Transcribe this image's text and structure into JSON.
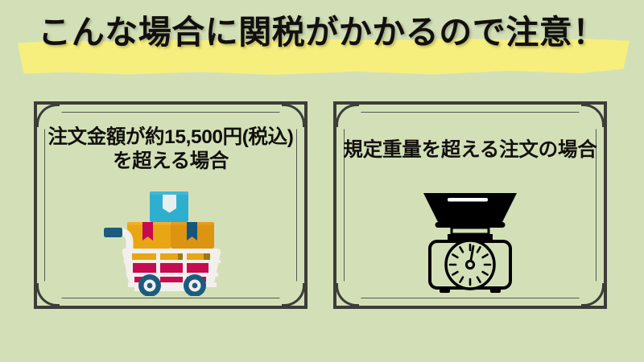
{
  "page": {
    "background_color": "#d3e0b7",
    "title": "こんな場合に関税がかかるので注意！",
    "highlight_color": "#f7ef7d",
    "title_color": "#12100e"
  },
  "cards": [
    {
      "id": "order-amount",
      "caption": "注文金額が約15,500円(税込)\nを超える場合",
      "caption_line1": "注文金額が約15,500円(税込)",
      "caption_line2": "を超える場合",
      "amount": "15,500円",
      "tax_note": "(税込)",
      "illustration": "shopping-cart-icon",
      "border_color": "#3c3d38",
      "colors": {
        "cart_body": "#f2f0ec",
        "box_blue": "#2eafd0",
        "box_orange": "#e8a514",
        "box_orange_dark": "#dd9410",
        "item_crimson": "#c80a50",
        "wheel_navy": "#1b5c7e",
        "ribbon_crimson": "#c80a50",
        "ribbon_navy": "#14547d"
      }
    },
    {
      "id": "order-weight",
      "caption": "規定重量を超える注文の場合",
      "caption_line1": "規定重量を超える注文の場合",
      "caption_line2": "",
      "illustration": "kitchen-scale-icon",
      "border_color": "#3c3d38",
      "colors": {
        "scale_outline": "#000000",
        "scale_fill": "#d3e0b7",
        "bowl": "#000000",
        "highlight": "#ffffff"
      },
      "dial": {
        "tick_count": 12,
        "needle_direction": "up"
      }
    }
  ]
}
